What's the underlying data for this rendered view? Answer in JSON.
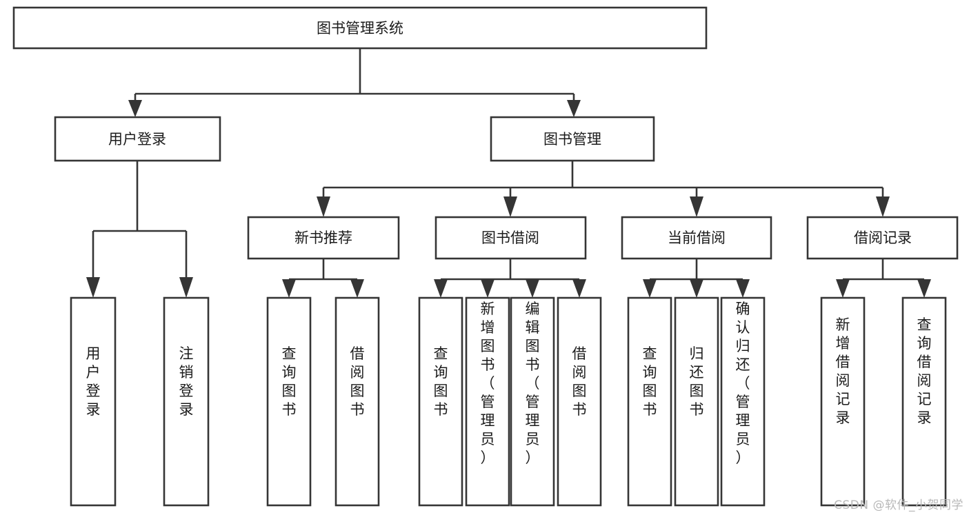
{
  "diagram": {
    "title": "图书管理系统",
    "type": "tree-hierarchy",
    "orientation": "top-down",
    "watermark": "CSDN @软件_小贺同学",
    "colors": {
      "box_stroke": "#353535",
      "box_fill": "#ffffff",
      "text": "#1b1b1b",
      "background": "#ffffff",
      "watermark": "#b8b8b8"
    },
    "root": {
      "id": "root",
      "label": "图书管理系统"
    },
    "level2": [
      {
        "id": "user-login",
        "label": "用户登录"
      },
      {
        "id": "book-manage",
        "label": "图书管理"
      }
    ],
    "level3": [
      {
        "id": "new-book-rec",
        "label": "新书推荐",
        "parent": "book-manage"
      },
      {
        "id": "book-borrow",
        "label": "图书借阅",
        "parent": "book-manage"
      },
      {
        "id": "current-borrow",
        "label": "当前借阅",
        "parent": "book-manage"
      },
      {
        "id": "borrow-record",
        "label": "借阅记录",
        "parent": "book-manage"
      }
    ],
    "leaves": {
      "user-login": [
        {
          "id": "leaf-user-login",
          "label": "用户登录"
        },
        {
          "id": "leaf-user-logout",
          "label": "注销登录"
        }
      ],
      "new-book-rec": [
        {
          "id": "leaf-query-book-1",
          "label": "查询图书"
        },
        {
          "id": "leaf-borrow-book-1",
          "label": "借阅图书"
        }
      ],
      "book-borrow": [
        {
          "id": "leaf-query-book-2",
          "label": "查询图书"
        },
        {
          "id": "leaf-add-book",
          "label": "新增图书（管理员）"
        },
        {
          "id": "leaf-edit-book",
          "label": "编辑图书（管理员）"
        },
        {
          "id": "leaf-borrow-book-2",
          "label": "借阅图书"
        }
      ],
      "current-borrow": [
        {
          "id": "leaf-query-book-3",
          "label": "查询图书"
        },
        {
          "id": "leaf-return-book",
          "label": "归还图书"
        },
        {
          "id": "leaf-confirm-return",
          "label": "确认归还（管理员）"
        }
      ],
      "borrow-record": [
        {
          "id": "leaf-add-record",
          "label": "新增借阅记录"
        },
        {
          "id": "leaf-query-record",
          "label": "查询借阅记录"
        }
      ]
    }
  }
}
